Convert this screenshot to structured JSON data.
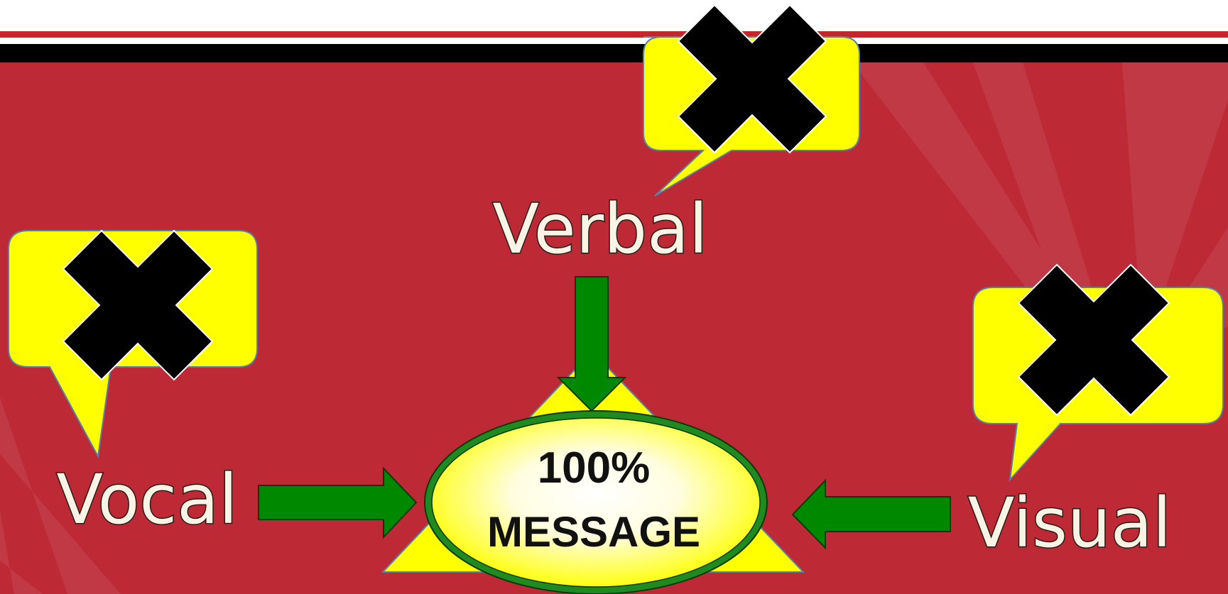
{
  "slide": {
    "labels": {
      "verbal": "Verbal",
      "vocal": "Vocal",
      "visual": "Visual"
    },
    "message": {
      "percent": "100%",
      "text": "MESSAGE"
    }
  },
  "icons": {
    "cross_mark": "x-mark-icon",
    "arrow": "arrow-icon"
  },
  "colors": {
    "background_red": "#bd2a36",
    "header_red": "#c1272d",
    "header_black": "#000000",
    "bubble_yellow": "#ffff00",
    "bubble_border": "#5b7fa6",
    "arrow_green": "#008800",
    "ellipse_green": "#1f8a1f",
    "cross_black": "#000000",
    "label_text": "#f7f4e6"
  }
}
